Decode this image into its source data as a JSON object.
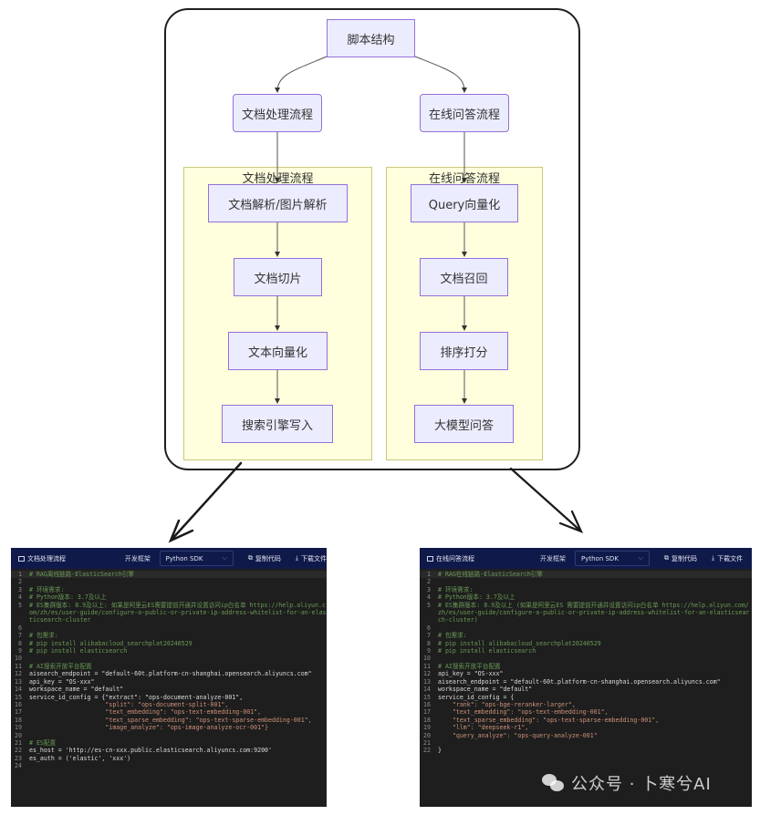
{
  "diagram": {
    "root": "脚本结构",
    "branches": [
      {
        "label": "文档处理流程",
        "subgraph_title": "文档处理流程",
        "steps": [
          "文档解析/图片解析",
          "文档切片",
          "文本向量化",
          "搜索引擎写入"
        ]
      },
      {
        "label": "在线问答流程",
        "subgraph_title": "在线问答流程",
        "steps": [
          "Query向量化",
          "文档召回",
          "排序打分",
          "大模型问答"
        ]
      }
    ]
  },
  "panels": [
    {
      "title": "文档处理流程",
      "framework_label": "开发框架",
      "framework_value": "Python SDK",
      "copy_label": "复制代码",
      "download_label": "下载文件",
      "lines": [
        {
          "n": "1",
          "t": "# RAG离线链路-ElasticSearch引擎",
          "k": "com"
        },
        {
          "n": "2",
          "t": "",
          "k": "var"
        },
        {
          "n": "3",
          "t": "# 环境需求:",
          "k": "com"
        },
        {
          "n": "4",
          "t": "# Python版本: 3.7及以上",
          "k": "com"
        },
        {
          "n": "5",
          "t": "# ES集群版本: 8.9及以上: 如果是阿里云ES需要提前开通并设置访问ip白名单 https://help.aliyun.com/zh/es/user-guide/configure-a-public-or-private-ip-address-whitelist-for-an-elasticsearch-cluster",
          "k": "com"
        },
        {
          "n": "6",
          "t": "",
          "k": "var"
        },
        {
          "n": "7",
          "t": "# 包需求:",
          "k": "com"
        },
        {
          "n": "8",
          "t": "# pip install alibabacloud_searchplat20240529",
          "k": "com"
        },
        {
          "n": "9",
          "t": "# pip install elasticsearch",
          "k": "com"
        },
        {
          "n": "10",
          "t": "",
          "k": "var"
        },
        {
          "n": "11",
          "t": "# AI搜索开放平台配置",
          "k": "com"
        },
        {
          "n": "12",
          "t": "aisearch_endpoint = \"default-60t.platform-cn-shanghai.opensearch.aliyuncs.com\"",
          "k": "var"
        },
        {
          "n": "13",
          "t": "api_key = \"OS-xxx\"",
          "k": "var"
        },
        {
          "n": "14",
          "t": "workspace_name = \"default\"",
          "k": "var"
        },
        {
          "n": "15",
          "t": "service_id_config = {\"extract\": \"ops-document-analyze-001\",",
          "k": "var"
        },
        {
          "n": "16",
          "t": "                     \"split\": \"ops-document-split-001\",",
          "k": "str"
        },
        {
          "n": "17",
          "t": "                     \"text_embedding\": \"ops-text-embedding-001\",",
          "k": "str"
        },
        {
          "n": "18",
          "t": "                     \"text_sparse_embedding\": \"ops-text-sparse-embedding-001\",",
          "k": "str"
        },
        {
          "n": "19",
          "t": "                     \"image_analyze\": \"ops-image-analyze-ocr-001\"}",
          "k": "str"
        },
        {
          "n": "20",
          "t": "",
          "k": "var"
        },
        {
          "n": "21",
          "t": "# ES配置",
          "k": "com"
        },
        {
          "n": "22",
          "t": "es_host = 'http://es-cn-xxx.public.elasticsearch.aliyuncs.com:9200'",
          "k": "var"
        },
        {
          "n": "23",
          "t": "es_auth = ('elastic', 'xxx')",
          "k": "var"
        },
        {
          "n": "24",
          "t": "",
          "k": "var"
        }
      ]
    },
    {
      "title": "在线问答流程",
      "framework_label": "开发框架",
      "framework_value": "Python SDK",
      "copy_label": "复制代码",
      "download_label": "下载文件",
      "lines": [
        {
          "n": "1",
          "t": "# RAG在线链路-ElasticSearch引擎",
          "k": "com"
        },
        {
          "n": "2",
          "t": "",
          "k": "var"
        },
        {
          "n": "3",
          "t": "# 环境需求:",
          "k": "com"
        },
        {
          "n": "4",
          "t": "# Python版本: 3.7及以上",
          "k": "com"
        },
        {
          "n": "5",
          "t": "# ES集群版本: 8.9及以上 (如果是阿里云ES 需要提前开通并设置访问ip白名单 https://help.aliyun.com/zh/es/user-guide/configure-a-public-or-private-ip-address-whitelist-for-an-elasticsearch-cluster)",
          "k": "com"
        },
        {
          "n": "6",
          "t": "",
          "k": "var"
        },
        {
          "n": "7",
          "t": "# 包需求:",
          "k": "com"
        },
        {
          "n": "8",
          "t": "# pip install alibabacloud_searchplat20240529",
          "k": "com"
        },
        {
          "n": "9",
          "t": "# pip install elasticsearch",
          "k": "com"
        },
        {
          "n": "10",
          "t": "",
          "k": "var"
        },
        {
          "n": "11",
          "t": "# AI搜索开放平台配置",
          "k": "com"
        },
        {
          "n": "12",
          "t": "api_key = \"OS-xxx\"",
          "k": "var"
        },
        {
          "n": "13",
          "t": "aisearch_endpoint = \"default-60t.platform-cn-shanghai.opensearch.aliyuncs.com\"",
          "k": "var"
        },
        {
          "n": "14",
          "t": "workspace_name = \"default\"",
          "k": "var"
        },
        {
          "n": "15",
          "t": "service_id_config = {",
          "k": "var"
        },
        {
          "n": "16",
          "t": "    \"rank\": \"ops-bge-reranker-larger\",",
          "k": "str"
        },
        {
          "n": "17",
          "t": "    \"text_embedding\": \"ops-text-embedding-001\",",
          "k": "str"
        },
        {
          "n": "18",
          "t": "    \"text_sparse_embedding\": \"ops-text-sparse-embedding-001\",",
          "k": "str"
        },
        {
          "n": "19",
          "t": "    \"llm\": \"deepseek-r1\",",
          "k": "str"
        },
        {
          "n": "20",
          "t": "    \"query_analyze\": \"ops-query-analyze-001\"",
          "k": "str"
        },
        {
          "n": "21",
          "t": "",
          "k": "var"
        },
        {
          "n": "22",
          "t": "}",
          "k": "var"
        }
      ]
    }
  ],
  "watermark": "公众号 · 卜寒兮AI",
  "colors": {
    "node_fill": "#ececff",
    "node_border": "#9370db",
    "subgraph_fill": "#ffffde",
    "panel_header": "#101a4a",
    "code_bg": "#1e1e1e",
    "comment": "#6a9955",
    "string": "#ce9178"
  }
}
